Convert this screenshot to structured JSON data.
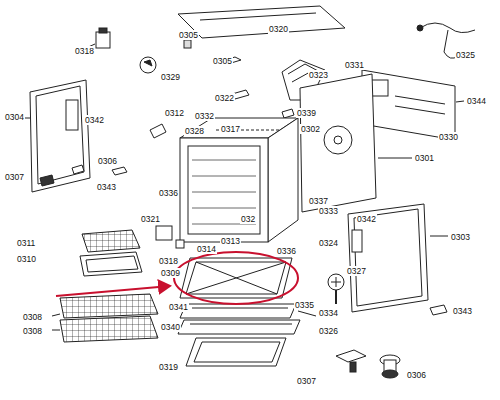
{
  "diagram": {
    "labels": [
      "0318",
      "0305",
      "0320",
      "0325",
      "0329",
      "0305",
      "0331",
      "0323",
      "0304",
      "0342",
      "0322",
      "0339",
      "0344",
      "0312",
      "0332",
      "0328",
      "0317",
      "0302",
      "0330",
      "0306",
      "0301",
      "0307",
      "0343",
      "0336",
      "0337",
      "0333",
      "0321",
      "0342",
      "0303",
      "032",
      "0311",
      "0313",
      "0324",
      "0314",
      "0336",
      "0310",
      "0318",
      "0327",
      "0309",
      "0335",
      "0341",
      "0308",
      "0334",
      "0340",
      "0308",
      "0326",
      "0343",
      "0307",
      "0306",
      "0319"
    ]
  }
}
